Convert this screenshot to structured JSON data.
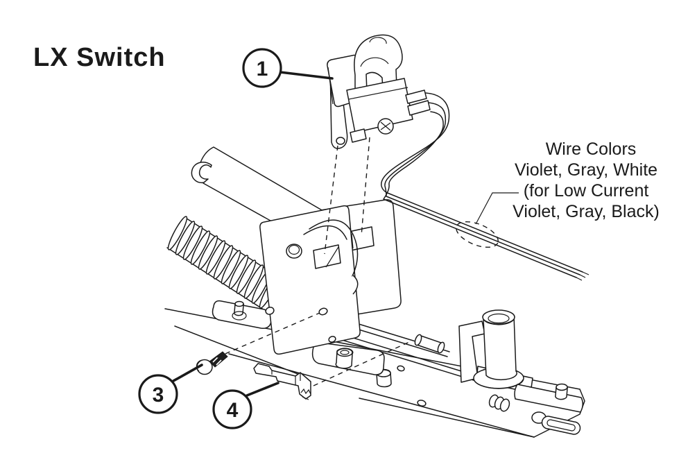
{
  "title": "LX Switch",
  "callouts": [
    {
      "number": "1"
    },
    {
      "number": "3"
    },
    {
      "number": "4"
    }
  ],
  "wire_note": {
    "lines": [
      "Wire Colors",
      "Violet, Gray, White",
      "(for Low Current",
      "Violet, Gray, Black)"
    ]
  },
  "colors": {
    "line": "#1a1a1a",
    "background": "#ffffff"
  }
}
